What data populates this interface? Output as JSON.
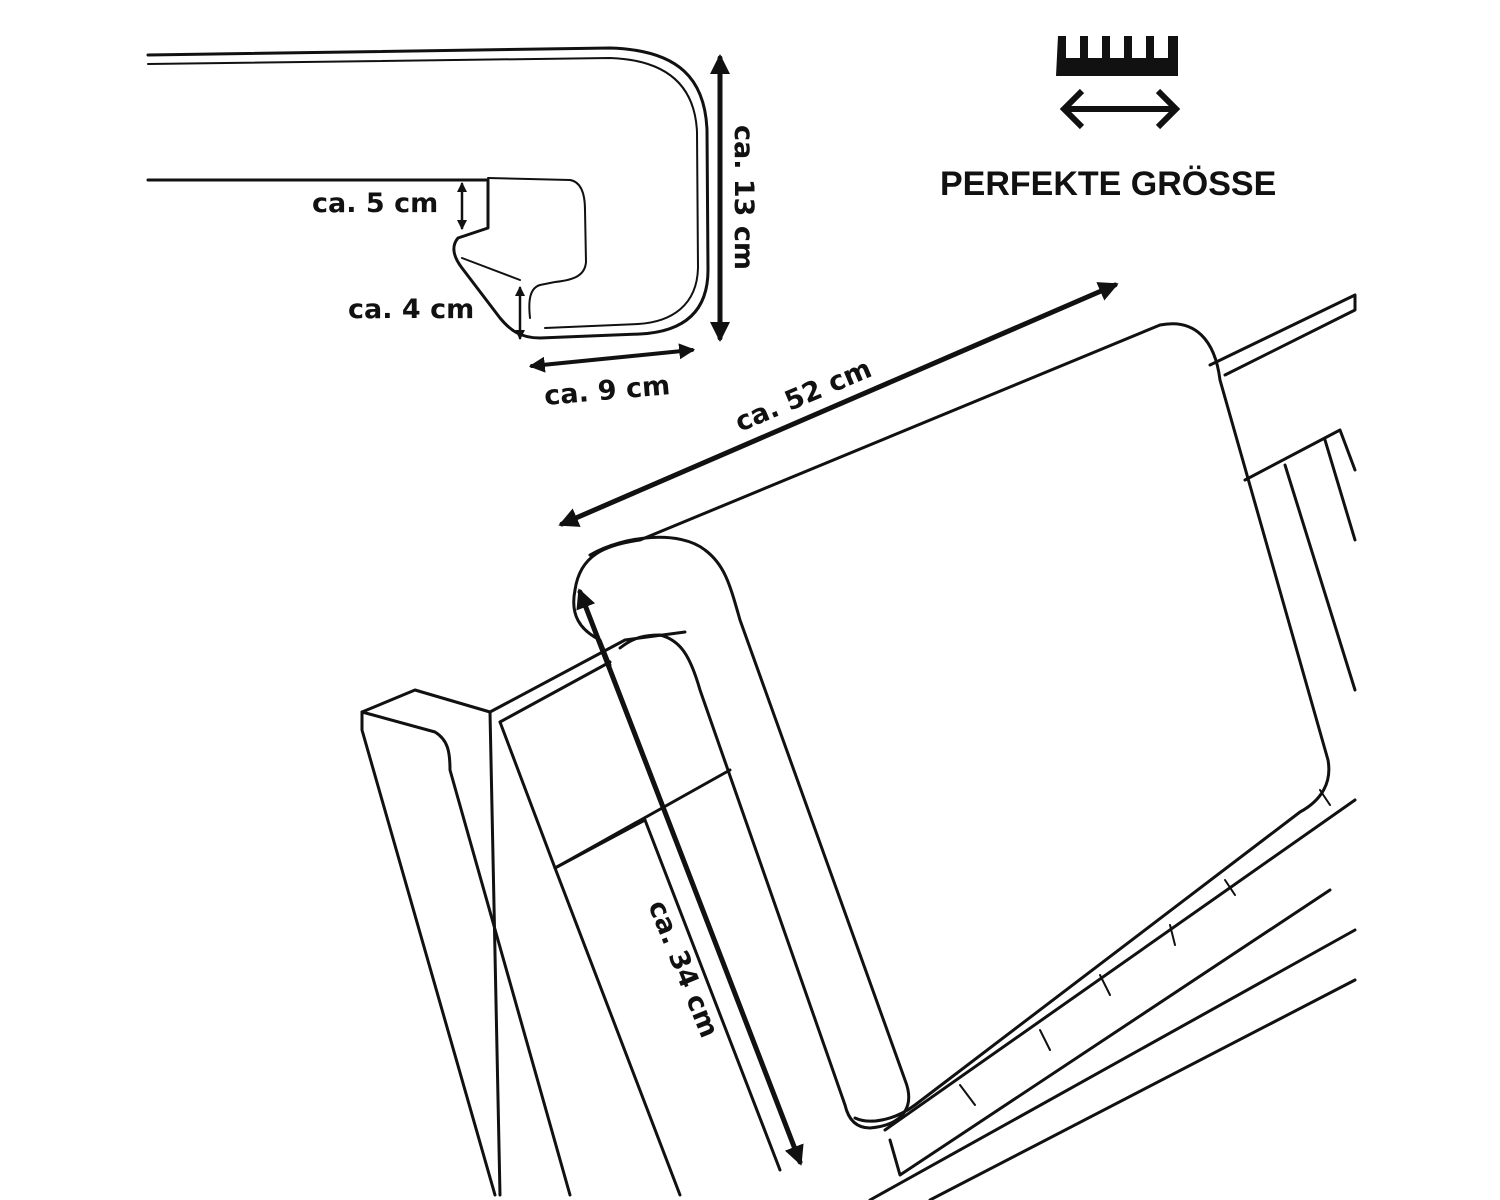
{
  "header": {
    "title": "PERFEKTE GRÖSSE",
    "icon": "ruler-icon"
  },
  "dimensions": {
    "lip_height": "ca. 5 cm",
    "inner_depth": "ca. 4 cm",
    "bottom_width": "ca. 9 cm",
    "total_height": "ca. 13 cm",
    "length": "ca. 52 cm",
    "side_length": "ca. 34 cm"
  }
}
